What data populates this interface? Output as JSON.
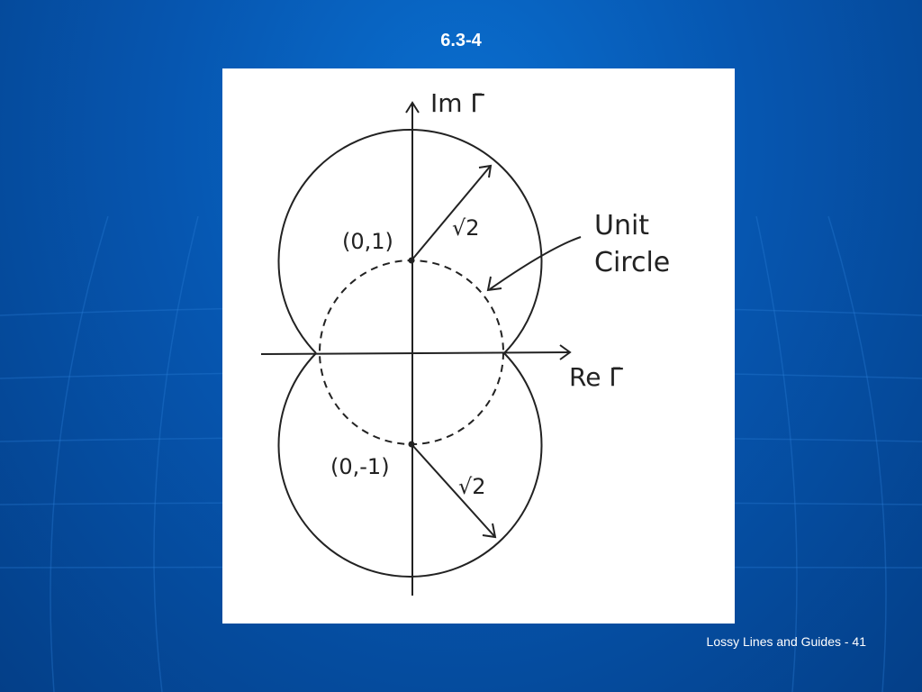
{
  "slide": {
    "title": "6.3-4",
    "footer": "Lossy Lines and Guides - 41"
  },
  "diagram": {
    "y_axis_label": "Im Γ̄",
    "x_axis_label": "Re Γ̄",
    "upper_center_label": "(0,1)",
    "lower_center_label": "(0,-1)",
    "upper_radius_label": "√2",
    "lower_radius_label": "√2",
    "unit_circle_label_line1": "Unit",
    "unit_circle_label_line2": "Circle"
  },
  "colors": {
    "background": "#0656b0",
    "panel": "#ffffff",
    "ink": "#222222"
  }
}
